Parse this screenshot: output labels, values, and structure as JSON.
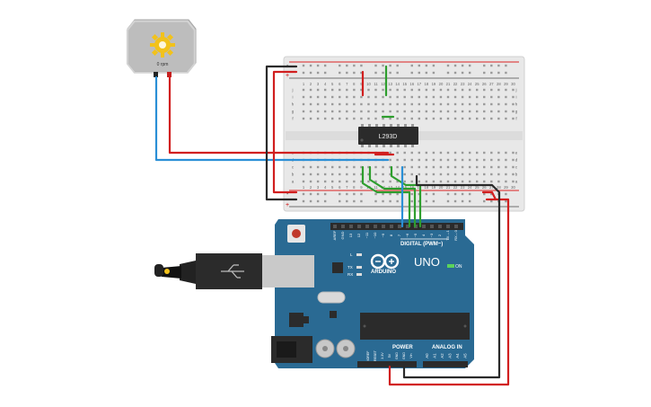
{
  "motor": {
    "rpm_label": "0 rpm"
  },
  "breadboard": {
    "chip_label": "L293D",
    "column_numbers": [
      "1",
      "2",
      "3",
      "4",
      "5",
      "6",
      "7",
      "8",
      "9",
      "10",
      "11",
      "12",
      "13",
      "14",
      "15",
      "16",
      "17",
      "18",
      "19",
      "20",
      "21",
      "22",
      "23",
      "24",
      "25",
      "26",
      "27",
      "28",
      "29",
      "30"
    ],
    "row_letters_top": [
      "j",
      "i",
      "h",
      "g",
      "f"
    ],
    "row_letters_bottom": [
      "e",
      "d",
      "c",
      "b",
      "a"
    ],
    "rail_plus": "+",
    "rail_minus": "-"
  },
  "arduino": {
    "brand": "ARDUINO",
    "model": "UNO",
    "digital_label": "DIGITAL (PWM~)",
    "power_label": "POWER",
    "analog_label": "ANALOG IN",
    "on_label": "ON",
    "tx_label": "TX",
    "rx_label": "RX",
    "l_label": "L",
    "digital_pins": [
      "AREF",
      "GND",
      "13",
      "12",
      "~11",
      "~10",
      "~9",
      "8",
      "7",
      "~6",
      "~5",
      "4",
      "~3",
      "2",
      "TX→1",
      "RX←0"
    ],
    "power_pins": [
      "IOREF",
      "RESET",
      "3.3V",
      "5V",
      "GND",
      "GND",
      "Vin"
    ],
    "analog_pins": [
      "A0",
      "A1",
      "A2",
      "A3",
      "A4",
      "A5"
    ]
  },
  "colors": {
    "wire_red": "#d11f1f",
    "wire_black": "#2a2a2a",
    "wire_blue": "#2a8fd6",
    "wire_green": "#2e9e2e",
    "board_blue": "#2a6a93",
    "breadboard": "#e8e8e8",
    "motor_body": "#bdbdbd",
    "gear": "#f2c21b"
  }
}
